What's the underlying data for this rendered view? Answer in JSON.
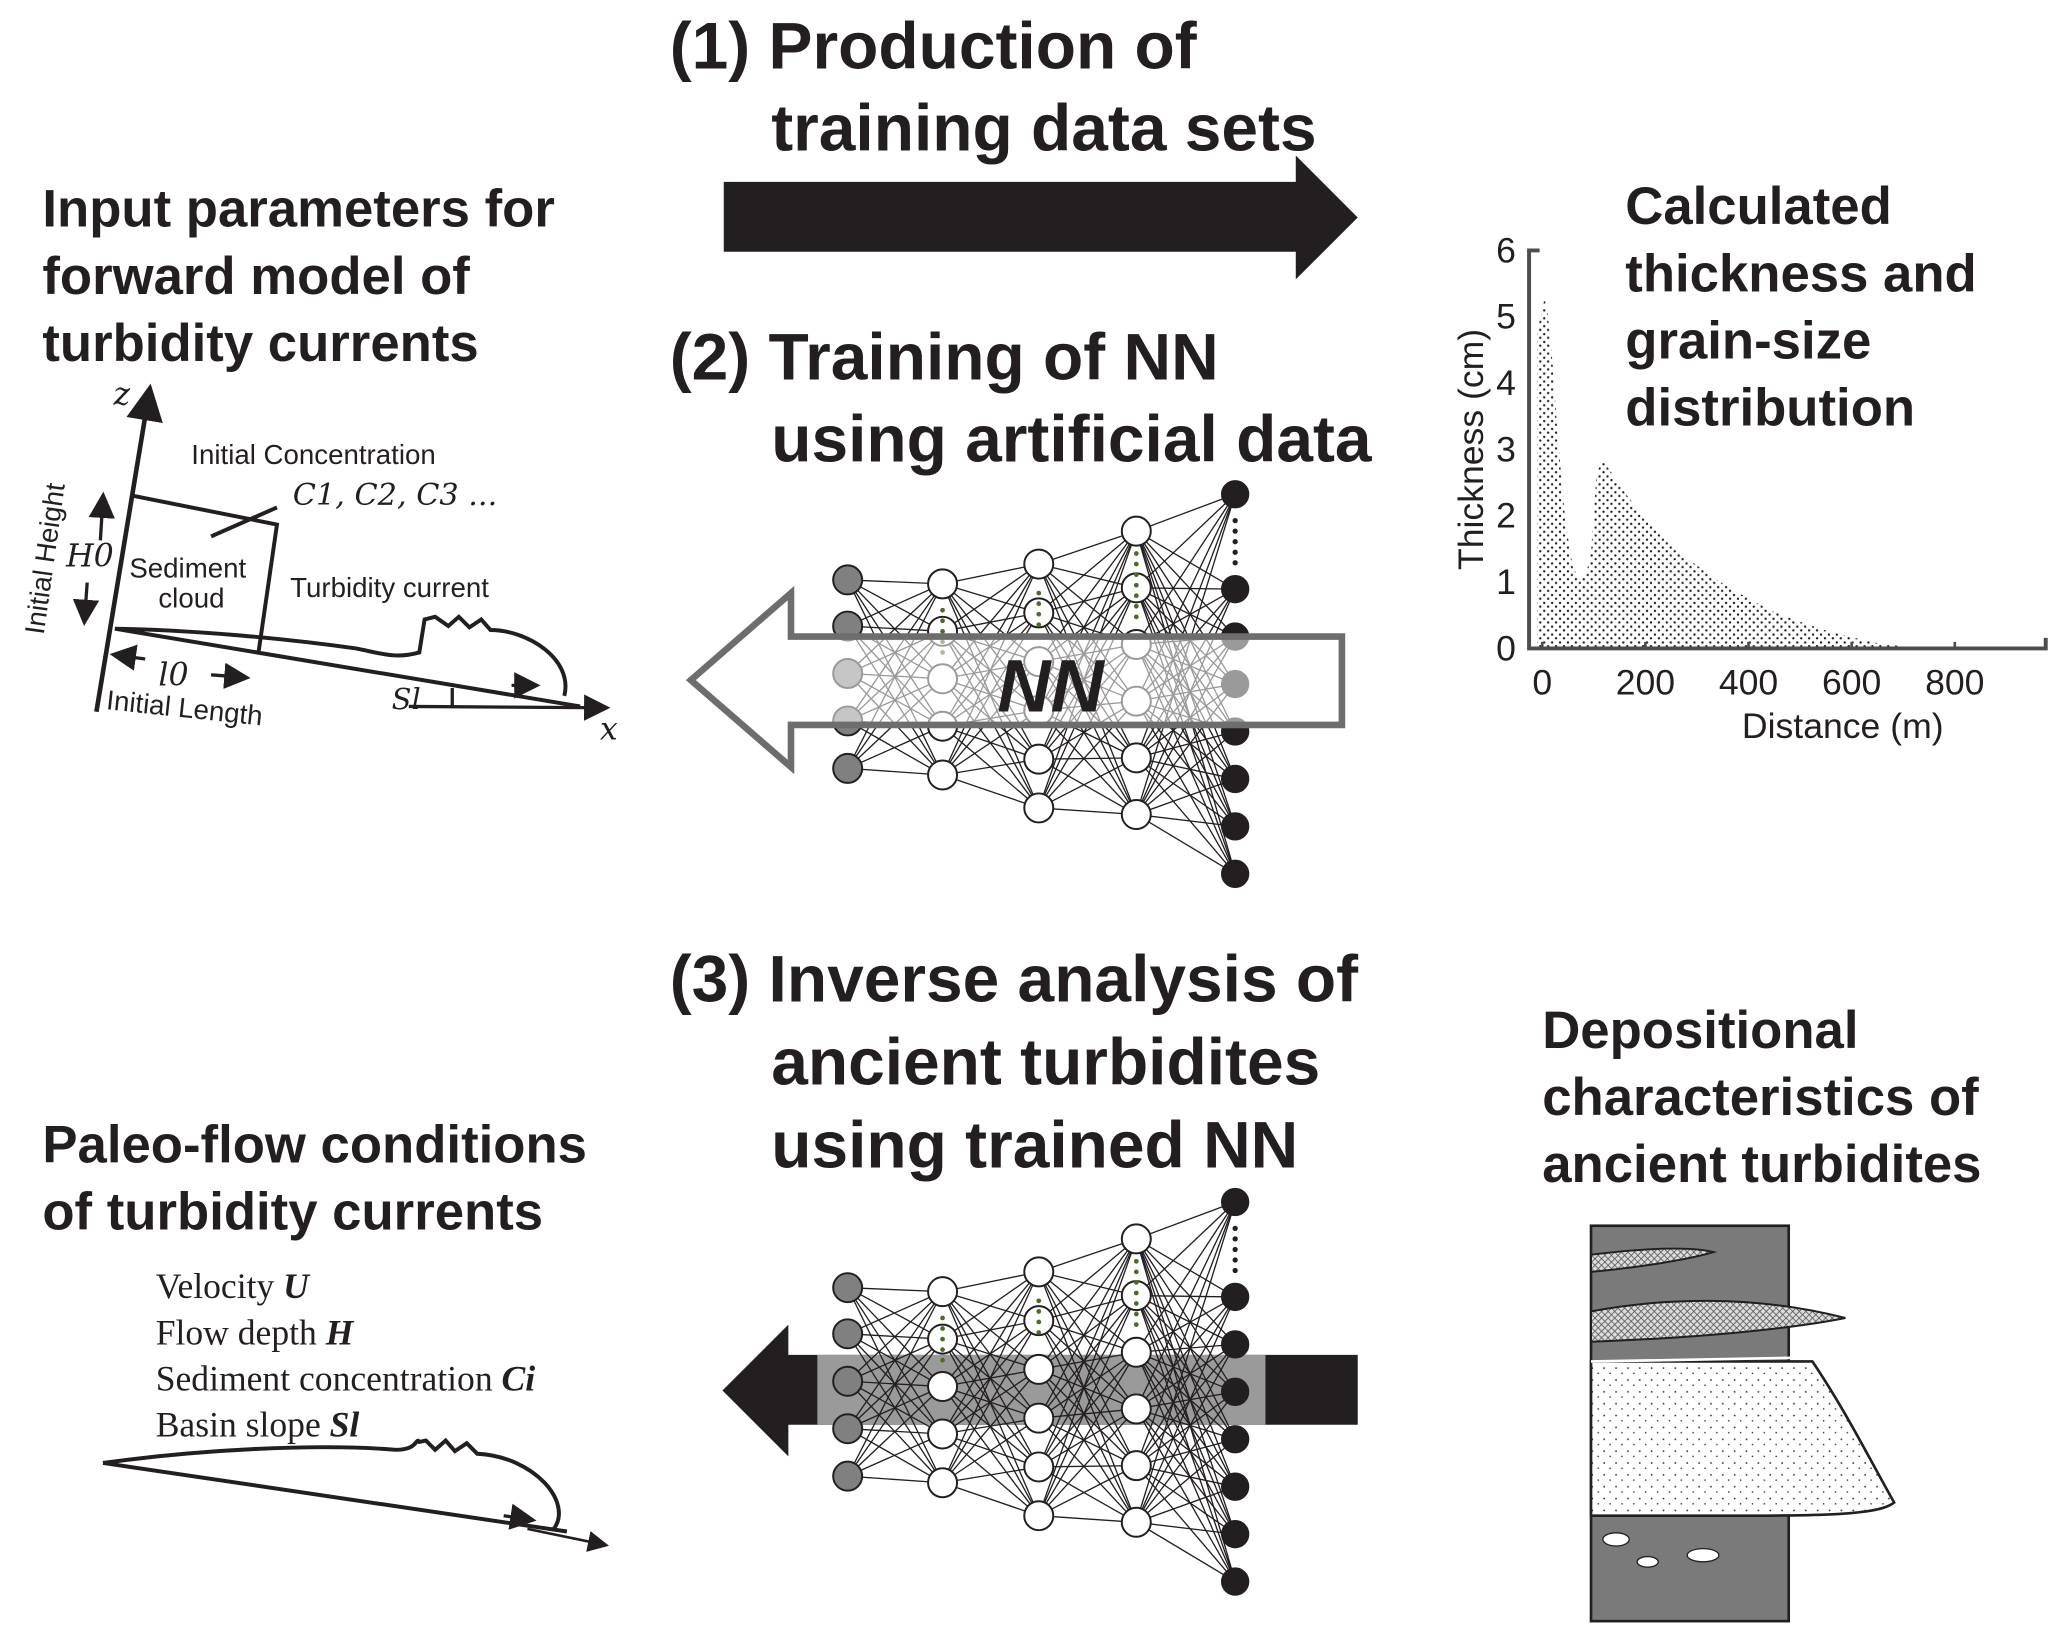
{
  "steps": {
    "step1": [
      "(1) Production of",
      "training data sets"
    ],
    "step2": [
      "(2) Training of NN",
      "using artificial data"
    ],
    "step3": [
      "(3) Inverse analysis of",
      "ancient turbidites",
      "using trained NN"
    ]
  },
  "nn_label": "NN",
  "input_panel": {
    "title": [
      "Input parameters for",
      "forward model of",
      "turbidity currents"
    ],
    "axis_z": "z",
    "axis_x": "x",
    "initial_concentration": "Initial Concentration",
    "concentrations": "C1, C2, C3 ...",
    "initial_height": "Initial Height",
    "h0": "H0",
    "sediment_cloud": [
      "Sediment",
      "cloud"
    ],
    "turbidity_current": "Turbidity current",
    "l0": "l0",
    "initial_length": "Initial Length",
    "slope": "Sl"
  },
  "output_panel": {
    "title": [
      "Calculated",
      "thickness and",
      "grain-size",
      "distribution"
    ]
  },
  "paleo_panel": {
    "title": [
      "Paleo-flow conditions",
      "of turbidity currents"
    ],
    "params": [
      {
        "name": "Velocity",
        "symbol": "U"
      },
      {
        "name": "Flow depth",
        "symbol": "H"
      },
      {
        "name": "Sediment concentration",
        "symbol": "Ci"
      },
      {
        "name": "Basin slope",
        "symbol": "Sl"
      }
    ]
  },
  "depositional_panel": {
    "title": [
      "Depositional",
      "characteristics of",
      "ancient turbidites"
    ]
  },
  "chart_data": {
    "type": "area",
    "title": "",
    "xlabel": "Distance (m)",
    "ylabel": "Thickness (cm)",
    "xlim": [
      -20,
      1000
    ],
    "ylim": [
      0,
      6
    ],
    "xticks": [
      0,
      200,
      400,
      600,
      800
    ],
    "yticks": [
      0,
      1,
      2,
      3,
      4,
      5,
      6
    ],
    "grid": false,
    "x": [
      -10,
      0,
      5,
      10,
      20,
      30,
      45,
      60,
      75,
      85,
      95,
      105,
      115,
      130,
      160,
      200,
      250,
      300,
      350,
      400,
      450,
      500,
      550,
      600,
      650,
      700,
      750
    ],
    "y": [
      4.8,
      5.1,
      5.3,
      5.1,
      4.3,
      3.2,
      1.9,
      1.2,
      1.05,
      1.1,
      1.5,
      2.6,
      2.85,
      2.7,
      2.35,
      1.95,
      1.55,
      1.25,
      0.98,
      0.75,
      0.55,
      0.4,
      0.27,
      0.17,
      0.08,
      0.03,
      0
    ]
  },
  "colors": {
    "ink": "#231f20",
    "gray_node": "#808080",
    "log_gray": "#7a7a7a"
  }
}
